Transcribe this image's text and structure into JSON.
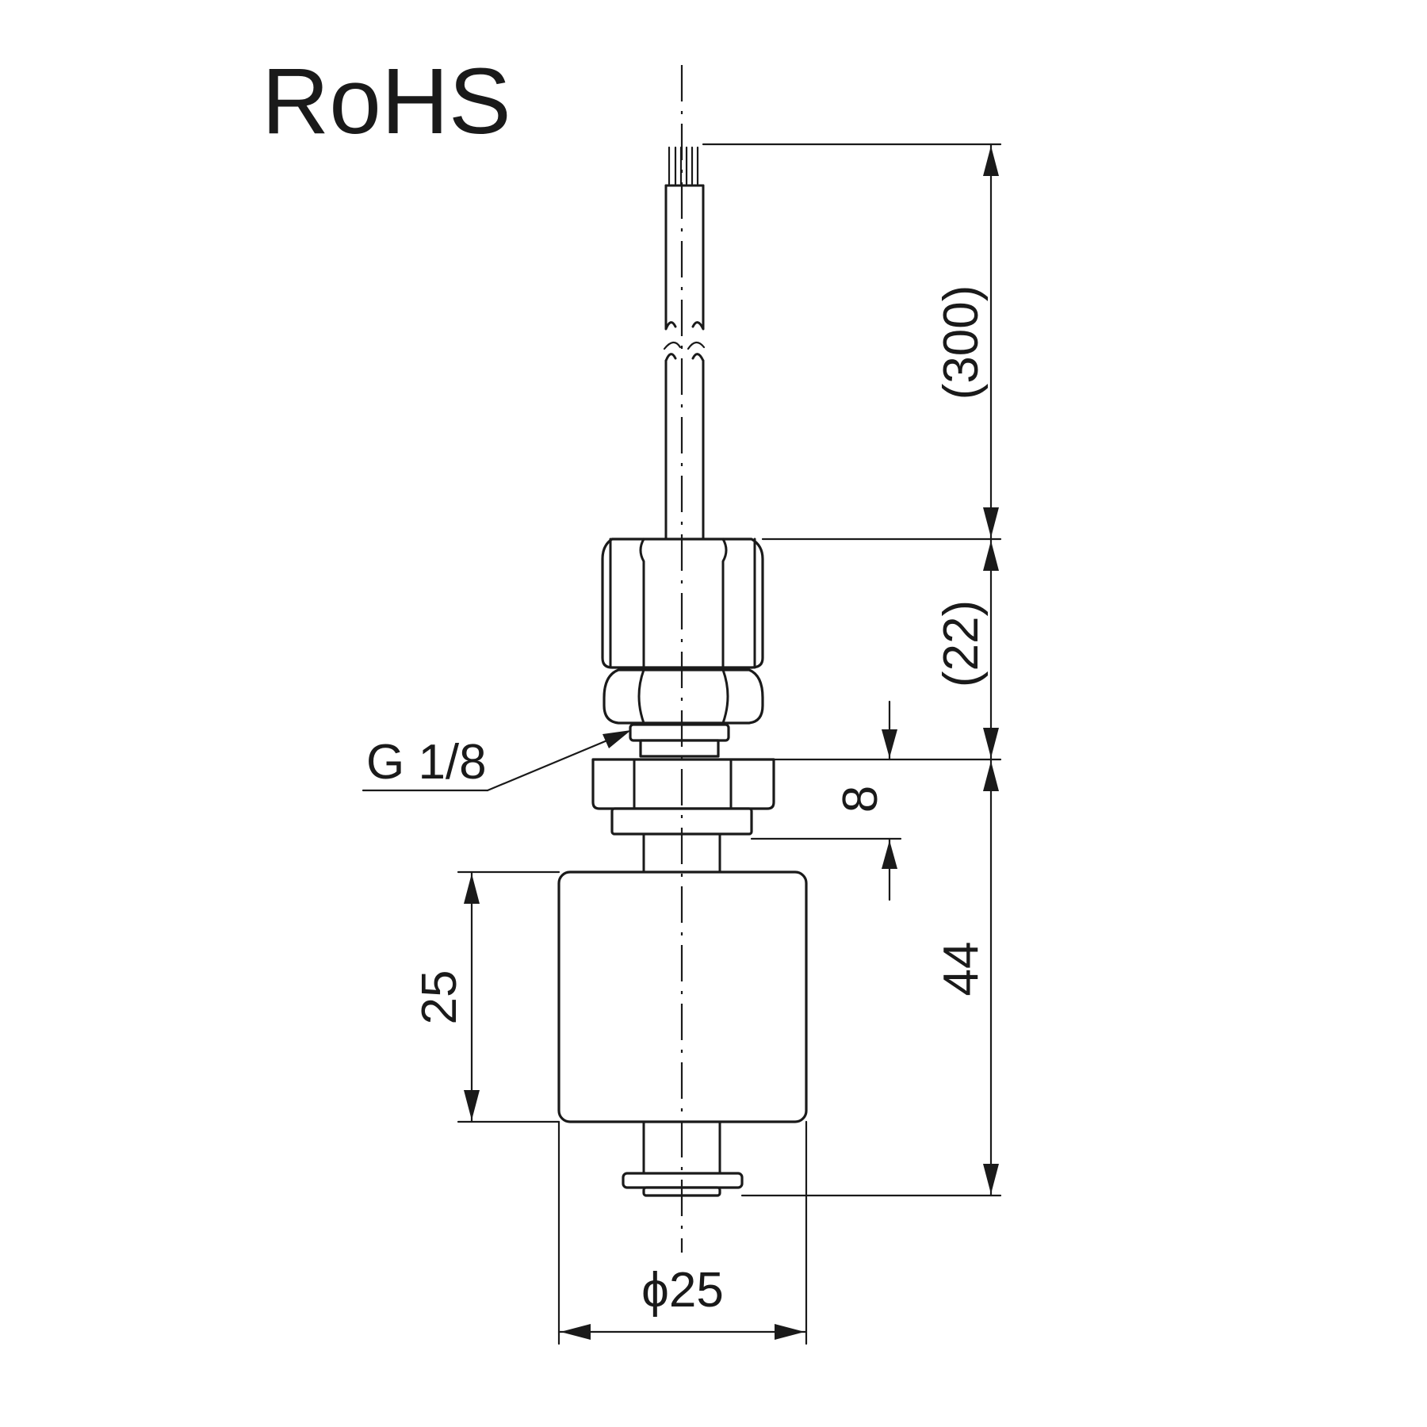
{
  "title": "RoHS",
  "thread_label": "G 1/8",
  "dimensions": {
    "cable_length": "(300)",
    "head_height": "(22)",
    "flange_thickness": "8",
    "float_height": "25",
    "stem_length": "44",
    "float_diameter": "ϕ25"
  },
  "colors": {
    "line": "#1a1a1a",
    "background": "#ffffff"
  }
}
